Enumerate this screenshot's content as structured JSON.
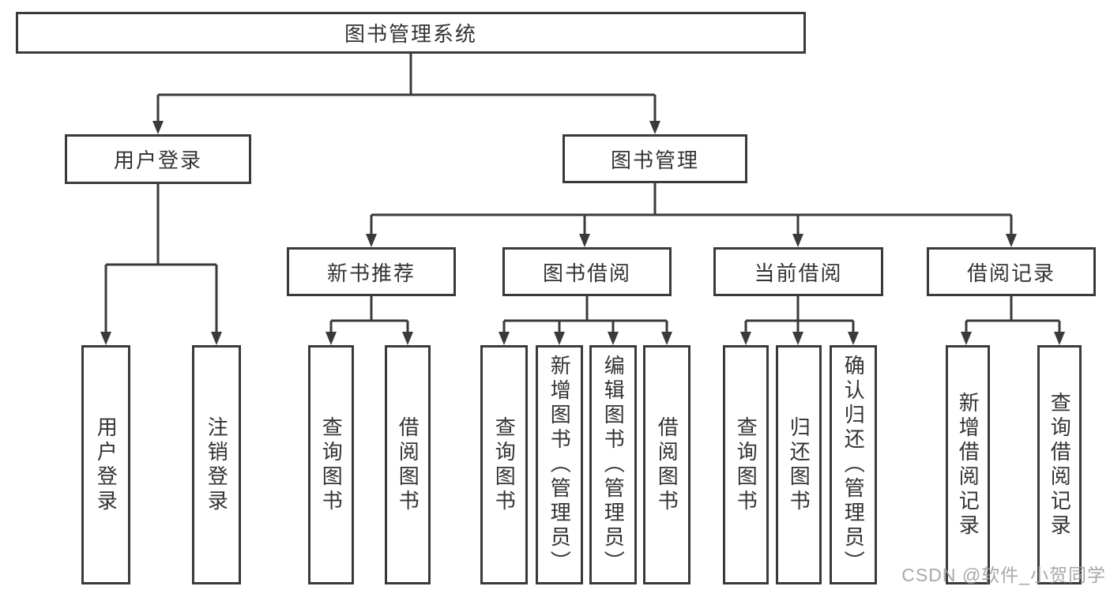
{
  "diagram": {
    "colors": {
      "line": "#3a3a3a",
      "box_border": "#3a3a3a",
      "text": "#333333",
      "background": "#ffffff",
      "watermark": "#9e9e9e"
    },
    "nodes": {
      "root": {
        "label": "图书管理系统"
      },
      "user_login": {
        "label": "用户登录"
      },
      "book_mgmt": {
        "label": "图书管理"
      },
      "user_login_leaf": {
        "label": "用户登录"
      },
      "logout_leaf": {
        "label": "注销登录"
      },
      "new_book_rec": {
        "label": "新书推荐"
      },
      "book_borrow": {
        "label": "图书借阅"
      },
      "current_borrow": {
        "label": "当前借阅"
      },
      "borrow_records": {
        "label": "借阅记录"
      },
      "nbr_query_books": {
        "label": "查询图书"
      },
      "nbr_borrow_books": {
        "label": "借阅图书"
      },
      "bb_query_books": {
        "label": "查询图书"
      },
      "bb_add_books": {
        "label": "新增图书（管理员）"
      },
      "bb_edit_books": {
        "label": "编辑图书（管理员）"
      },
      "bb_borrow_books": {
        "label": "借阅图书"
      },
      "cb_query_books": {
        "label": "查询图书"
      },
      "cb_return_books": {
        "label": "归还图书"
      },
      "cb_confirm_return": {
        "label": "确认归还（管理员）"
      },
      "br_add_record": {
        "label": "新增借阅记录"
      },
      "br_query_record": {
        "label": "查询借阅记录"
      }
    },
    "edges": [
      {
        "from": "root",
        "to": [
          "user_login",
          "book_mgmt"
        ]
      },
      {
        "from": "user_login",
        "to": [
          "user_login_leaf",
          "logout_leaf"
        ]
      },
      {
        "from": "book_mgmt",
        "to": [
          "new_book_rec",
          "book_borrow",
          "current_borrow",
          "borrow_records"
        ]
      },
      {
        "from": "new_book_rec",
        "to": [
          "nbr_query_books",
          "nbr_borrow_books"
        ]
      },
      {
        "from": "book_borrow",
        "to": [
          "bb_query_books",
          "bb_add_books",
          "bb_edit_books",
          "bb_borrow_books"
        ]
      },
      {
        "from": "current_borrow",
        "to": [
          "cb_query_books",
          "cb_return_books",
          "cb_confirm_return"
        ]
      },
      {
        "from": "borrow_records",
        "to": [
          "br_add_record",
          "br_query_record"
        ]
      }
    ]
  },
  "watermark": {
    "text": "CSDN @软件_小贺同学"
  }
}
